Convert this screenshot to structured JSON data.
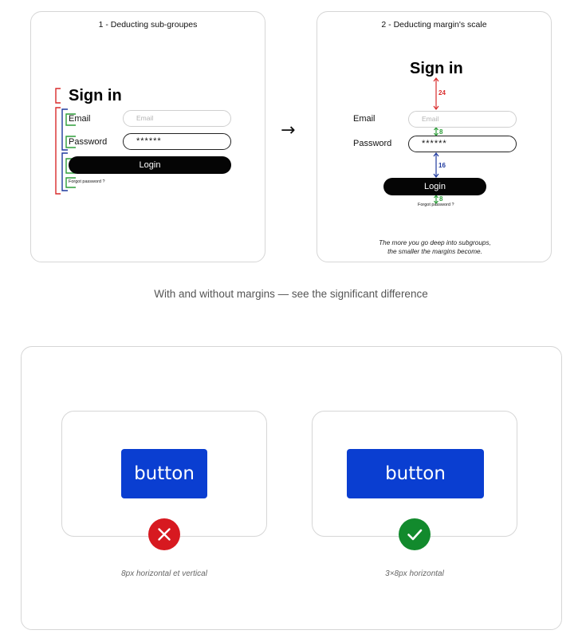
{
  "panel1": {
    "title": "1 - Deducting sub-groupes",
    "signin": "Sign in",
    "email_label": "Email",
    "email_placeholder": "Email",
    "password_label": "Password",
    "password_value": "******",
    "login": "Login",
    "forgot": "Forgot password ?"
  },
  "panel2": {
    "title": "2 - Deducting margin's scale",
    "signin": "Sign in",
    "email_label": "Email",
    "email_placeholder": "Email",
    "password_label": "Password",
    "password_value": "******",
    "login": "Login",
    "forgot": "Forgot password ?",
    "margin_24": "24",
    "margin_8a": "8",
    "margin_16": "16",
    "margin_8b": "8",
    "note_line1": "The more you go deep into subgroups,",
    "note_line2": "the smaller the margins become."
  },
  "arrow": "→",
  "caption": "With and without margins — see the significant difference",
  "example_bad": {
    "button": "button",
    "status": "wrong",
    "subtitle": "8px horizontal et vertical"
  },
  "example_good": {
    "button": "button",
    "status": "correct",
    "subtitle": "3×8px horizontal"
  },
  "colors": {
    "red_bracket": "#d92c2c",
    "blue_bracket": "#1f3a9e",
    "green_bracket": "#2e9e3a",
    "button_blue": "#0a3ed1",
    "bad_red": "#d71920",
    "good_green": "#128a2d"
  }
}
